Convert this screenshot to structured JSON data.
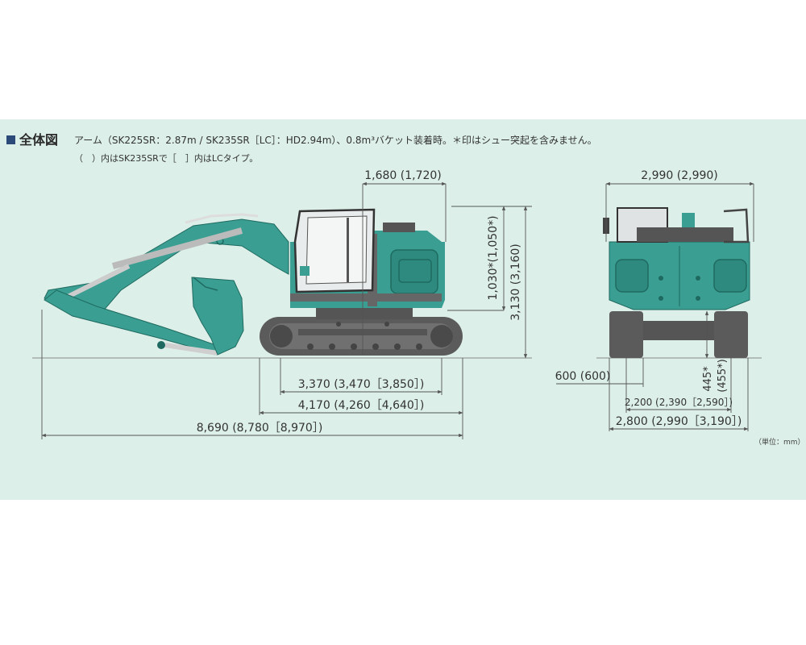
{
  "header": {
    "title": "全体図",
    "note_line1": "アーム（SK225SR：2.87m / SK235SR［LC］：HD2.94m）、0.8m³バケット装着時。＊印はシュー突起を含みません。",
    "note_line2": "（　）内はSK235SRで［　］内はLCタイプ。",
    "unit": "（単位：mm）"
  },
  "side_view": {
    "dims": {
      "cab_width": "1,680 (1,720)",
      "counterweight_clearance": "1,030*(1,050*)",
      "overall_height": "3,130 (3,160)",
      "track_length_tumbler": "3,370 (3,470［3,850］)",
      "track_length_overall": "4,170 (4,260［4,640］)",
      "overall_length": "8,690 (8,780［8,970］)"
    }
  },
  "rear_view": {
    "dims": {
      "upper_width": "2,990 (2,990)",
      "shoe_width": "600 (600)",
      "ground_clearance": "445*",
      "ground_clearance_alt": "(455*)",
      "track_gauge": "2,200 (2,390［2,590］)",
      "overall_width": "2,800 (2,990［3,190］)"
    }
  },
  "colors": {
    "panel": "#dcefe8",
    "machine_teal": "#3a9f92",
    "track": "#5c5c5c",
    "dim_line": "#555555"
  }
}
